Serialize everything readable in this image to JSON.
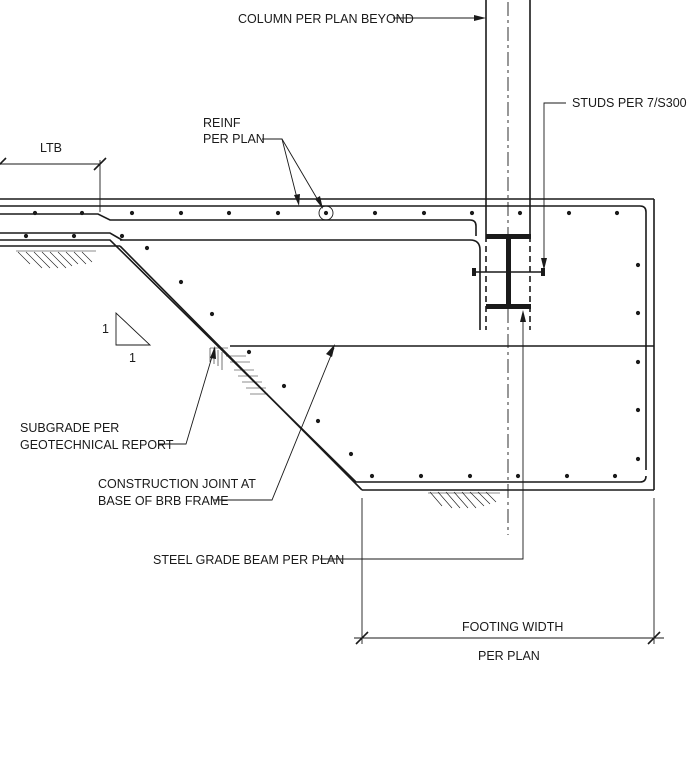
{
  "drawing": {
    "labels": {
      "column": "COLUMN PER PLAN BEYOND",
      "studs": "STUDS PER 7/S300",
      "ltb": "LTB",
      "reinf_line1": "REINF",
      "reinf_line2": "PER PLAN",
      "slope_rise": "1",
      "slope_run": "1",
      "subgrade_line1": "SUBGRADE PER",
      "subgrade_line2": "GEOTECHNICAL REPORT",
      "joint_line1": "CONSTRUCTION JOINT AT",
      "joint_line2": "BASE OF BRB FRAME",
      "beam": "STEEL GRADE BEAM PER PLAN",
      "footing_width": "FOOTING WIDTH",
      "per_plan": "PER PLAN"
    },
    "colors": {
      "ink": "#1a1a1a",
      "paper": "#ffffff"
    }
  }
}
